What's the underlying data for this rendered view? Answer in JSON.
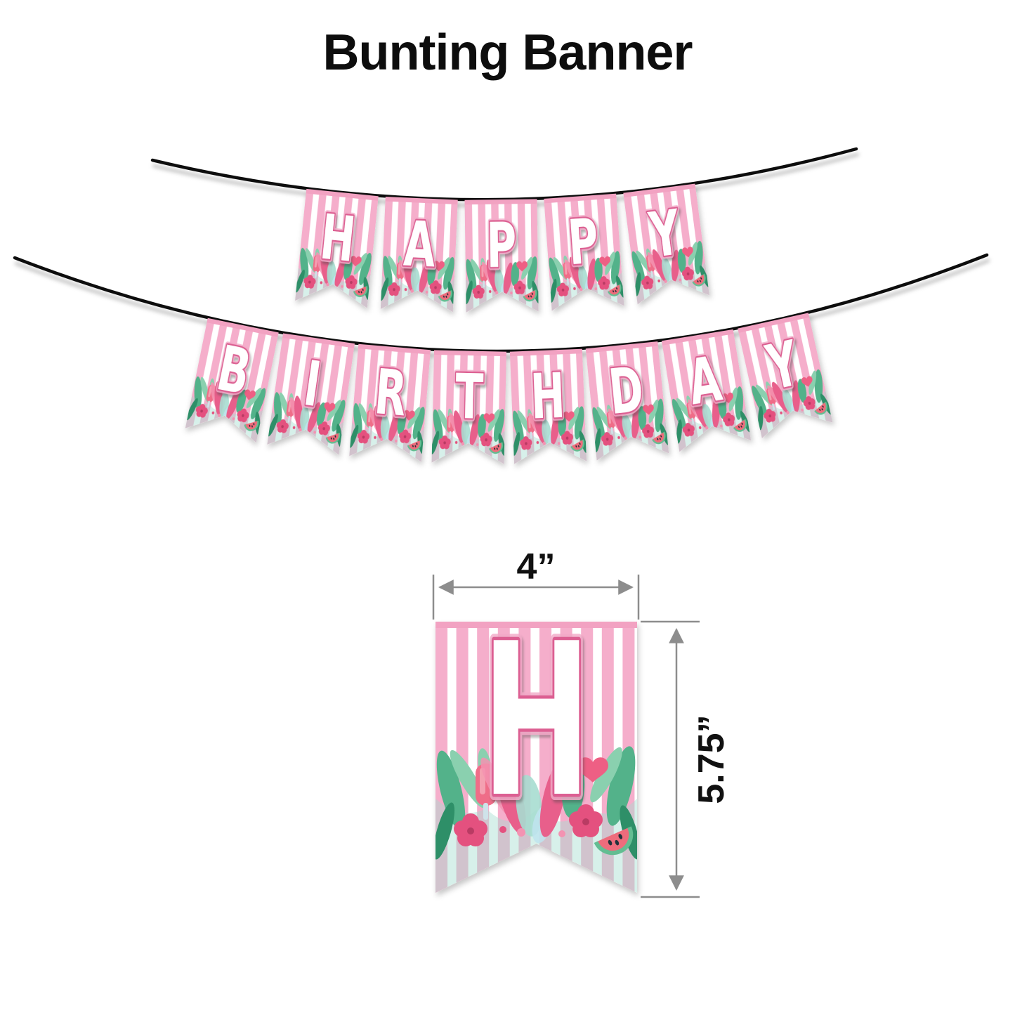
{
  "title": "Bunting Banner",
  "banner": {
    "row1_word": "HAPPY",
    "row1_letters": [
      "H",
      "A",
      "P",
      "P",
      "Y"
    ],
    "row2_word": "BIRTHDAY",
    "row2_letters": [
      "B",
      "I",
      "R",
      "T",
      "H",
      "D",
      "A",
      "Y"
    ]
  },
  "sample_flag": {
    "letter": "H"
  },
  "dimensions": {
    "width_label": "4”",
    "height_label": "5.75”"
  },
  "icons": {
    "floral_cluster": "tropical-floral-decoration",
    "elements": [
      "palm-leaf",
      "fern-leaf",
      "hibiscus-flower",
      "watermelon-icon",
      "popsicle-icon",
      "heart-icon"
    ]
  },
  "colors": {
    "cord": "#111111",
    "stripe_pink": "#f5aecb",
    "top_band": "#f2a2c2",
    "letter_fill": "#ffffff",
    "letter_outline": "#dc5f92",
    "letter_glow": "#f3abc8",
    "leaf_green": "#52b28a",
    "leaf_green_light": "#8ad0af",
    "leaf_green_dark": "#2e8f67",
    "leaf_teal": "#a7ddd0",
    "leaf_blue": "#bfe4ef",
    "fern_pink": "#e85f8b",
    "fern_pink_light": "#f393b2",
    "flower_pink": "#e4517f",
    "flower_center": "#b93b64",
    "watermelon_red": "#ee6c7c",
    "watermelon_rind": "#63bd92",
    "heart_pink": "#ee5f84",
    "popsicle_pink": "#ef6d88",
    "dim_line": "#8d8d8d",
    "dim_text": "#111111"
  }
}
